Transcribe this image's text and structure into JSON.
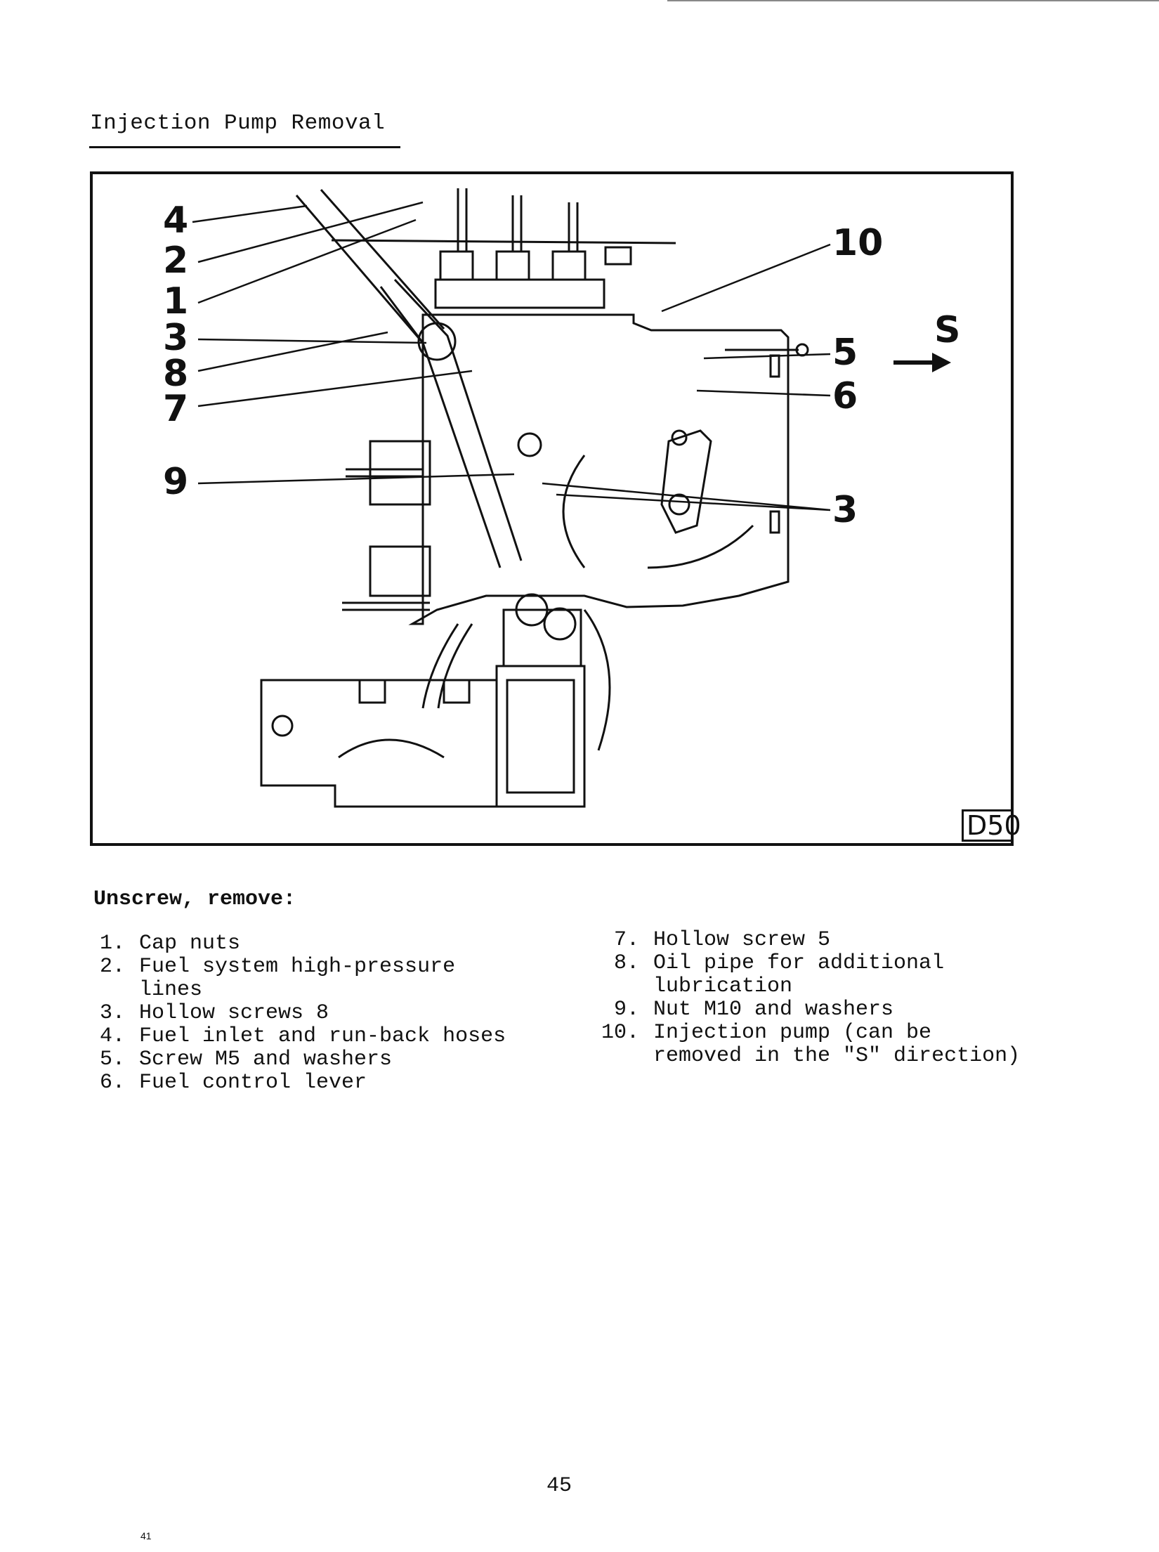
{
  "header": {
    "title": "Injection Pump Removal"
  },
  "figure": {
    "callouts": {
      "c4": "4",
      "c2": "2",
      "c1": "1",
      "c3a": "3",
      "c8": "8",
      "c7": "7",
      "c9": "9",
      "c10": "10",
      "cS": "S",
      "c5": "5",
      "c6": "6",
      "c3b": "3"
    },
    "id_letter": "D",
    "id_number": "50"
  },
  "instructions": {
    "heading": "Unscrew, remove:",
    "left_items": [
      {
        "num": "1.",
        "text": "Cap nuts"
      },
      {
        "num": "2.",
        "text": "Fuel system high-pressure\nlines"
      },
      {
        "num": "3.",
        "text": "Hollow screws 8"
      },
      {
        "num": "4.",
        "text": "Fuel inlet and run-back hoses"
      },
      {
        "num": "5.",
        "text": "Screw M5 and washers"
      },
      {
        "num": "6.",
        "text": "Fuel control lever"
      }
    ],
    "right_items": [
      {
        "num": "7.",
        "text": "Hollow screw 5"
      },
      {
        "num": "8.",
        "text": "Oil pipe for additional\nlubrication"
      },
      {
        "num": "9.",
        "text": "Nut M10 and washers"
      },
      {
        "num": "10.",
        "text": "Injection pump (can be\nremoved in the \"S\" direction)"
      }
    ]
  },
  "footer": {
    "page_number": "45",
    "small_number": "41"
  }
}
